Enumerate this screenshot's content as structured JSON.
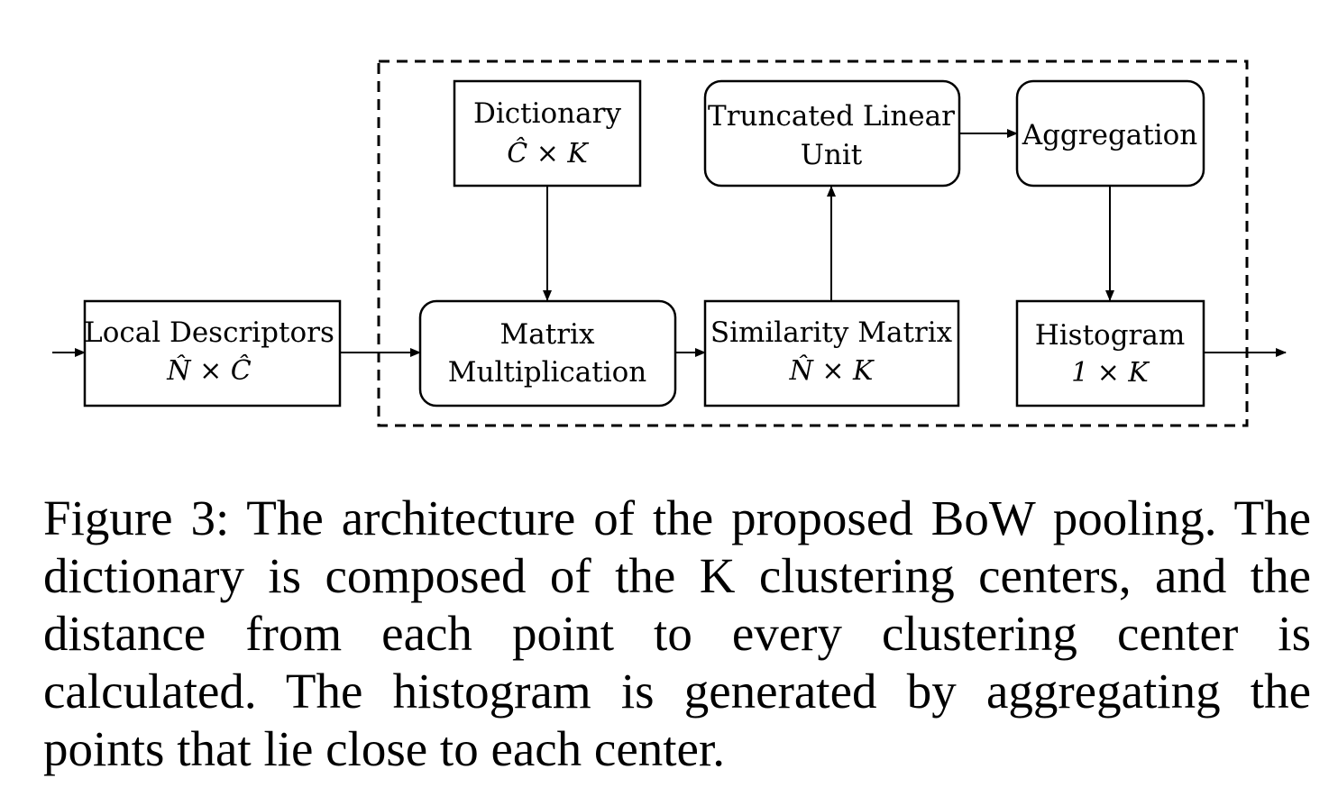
{
  "nodes": {
    "local_descriptors": {
      "label": "Local Descriptors",
      "dims": "N̂ × Ĉ"
    },
    "dictionary": {
      "label": "Dictionary",
      "dims": "Ĉ × K"
    },
    "matrix_multiplication": {
      "line1": "Matrix",
      "line2": "Multiplication"
    },
    "similarity_matrix": {
      "label": "Similarity Matrix",
      "dims": "N̂ × K"
    },
    "truncated_linear_unit": {
      "line1": "Truncated Linear",
      "line2": "Unit"
    },
    "aggregation": {
      "label": "Aggregation"
    },
    "histogram": {
      "label": "Histogram",
      "dims": "1 × K"
    }
  },
  "caption": "Figure 3: The architecture of the proposed BoW pooling. The dictionary is composed of the K clustering centers, and the distance from each point to every clustering center is calculated. The histogram is generated by aggregating the points that lie close to each center.",
  "colors": {
    "stroke": "#000000",
    "background": "#ffffff"
  }
}
